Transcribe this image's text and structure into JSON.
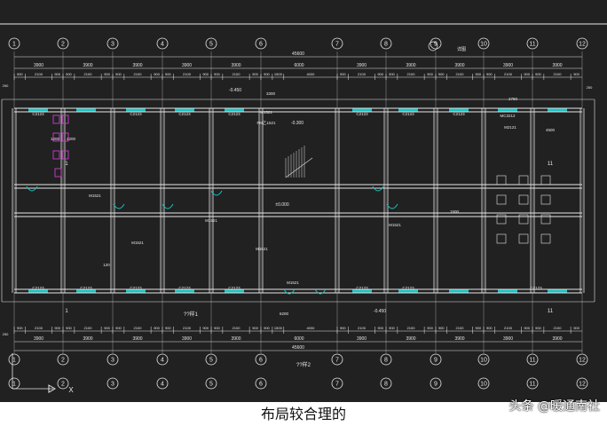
{
  "axes": [
    "1",
    "2",
    "3",
    "4",
    "5",
    "6",
    "7",
    "8",
    "9",
    "10",
    "11",
    "12"
  ],
  "overall_dimension": "45600",
  "bay_dimensions": [
    "3900",
    "3900",
    "3900",
    "3900",
    "3900",
    "6000",
    "3900",
    "3900",
    "3900",
    "3900",
    "3900"
  ],
  "sub_dimensions": [
    "900",
    "2100",
    "900",
    "900",
    "2100",
    "900",
    "900",
    "2100",
    "900",
    "900",
    "2100",
    "900",
    "900",
    "2100",
    "900",
    "900",
    "1500",
    "4000",
    "900",
    "2100",
    "900",
    "900",
    "2100",
    "900",
    "900",
    "2100",
    "900",
    "900",
    "2100",
    "900",
    "900",
    "2100",
    "900"
  ],
  "edge_dimension": "250",
  "top_windows": [
    "C2123",
    "C2123",
    "C2123",
    "C2123",
    "C2123",
    "C2123",
    "C2123"
  ],
  "bottom_windows": [
    "C2123",
    "C2123",
    "C2123",
    "C2123",
    "C2123",
    "C2123",
    "C2123",
    "C2123"
  ],
  "doors": [
    "M1521",
    "M1521",
    "M1521",
    "M1521",
    "M1521",
    "M1521"
  ],
  "elevation_labels": [
    "-0.450",
    "-0.450",
    "±0.000",
    "-0.300"
  ],
  "stair_label": "FM乙1521",
  "misc_labels": [
    "3300",
    "6200",
    "1200",
    "4200",
    "4500",
    "1500",
    "120",
    "M2121",
    "M1521",
    "2750",
    "MC3212"
  ],
  "callout_top": "详图",
  "section_marks": [
    "1",
    "1",
    "11",
    "11"
  ],
  "detail_labels": [
    "??样1",
    "??样2"
  ],
  "ucs_label": "X",
  "caption": "布局较合理的",
  "watermark": "头条 @暖通南社"
}
